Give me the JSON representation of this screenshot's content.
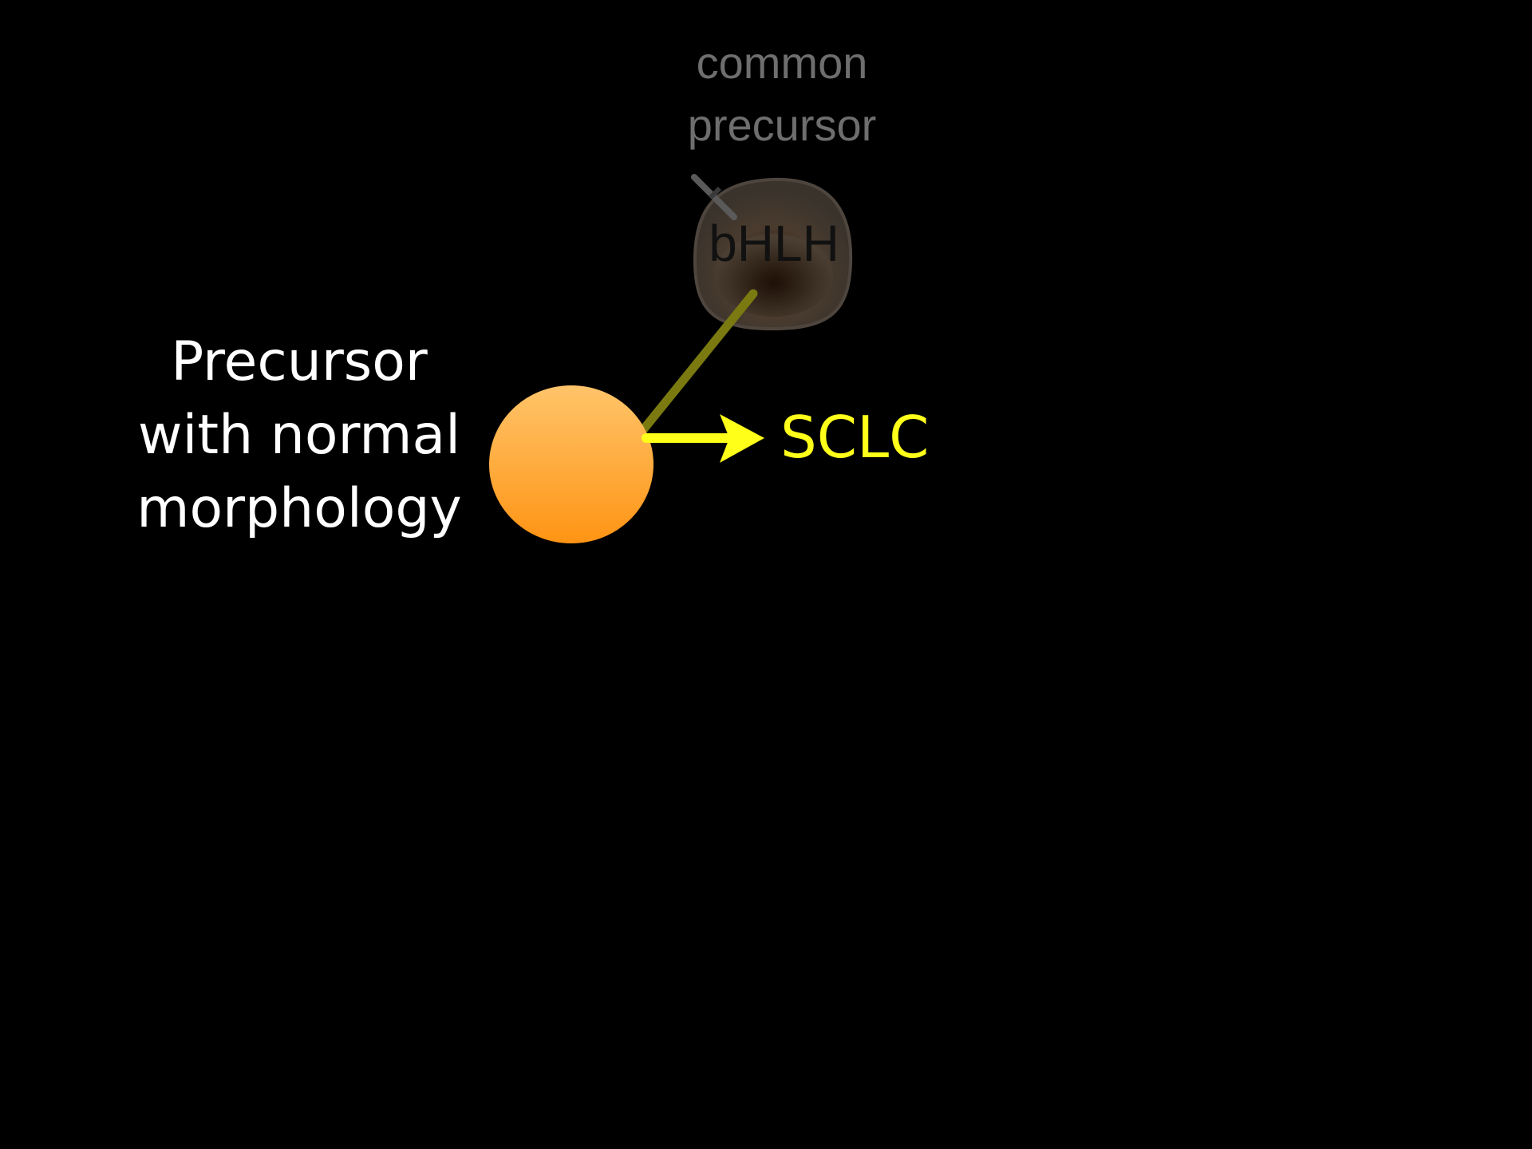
{
  "diagram": {
    "common_precursor": {
      "lines": [
        "common",
        "precursor"
      ],
      "gene_label": "bHLH"
    },
    "precursor_normal": {
      "lines": [
        "Precursor",
        "with normal",
        "morphology"
      ]
    },
    "outcome": {
      "label": "SCLC"
    }
  },
  "colors": {
    "background": "#000000",
    "precursor_cell_top": "#ffc46a",
    "precursor_cell_bottom": "#ff9414",
    "arrow": "#ffff1a",
    "faded_arrow": "#7a7a10",
    "common_precursor_text": "#6e6e6e",
    "precursor_text": "#ffffff",
    "outcome_text": "#ffff1a"
  },
  "icons": {
    "common_precursor_cell": "faded-cell-icon",
    "precursor_cell": "orange-cell-icon",
    "pointer": "faded-pointer-icon",
    "arrow": "arrow-right-icon"
  }
}
